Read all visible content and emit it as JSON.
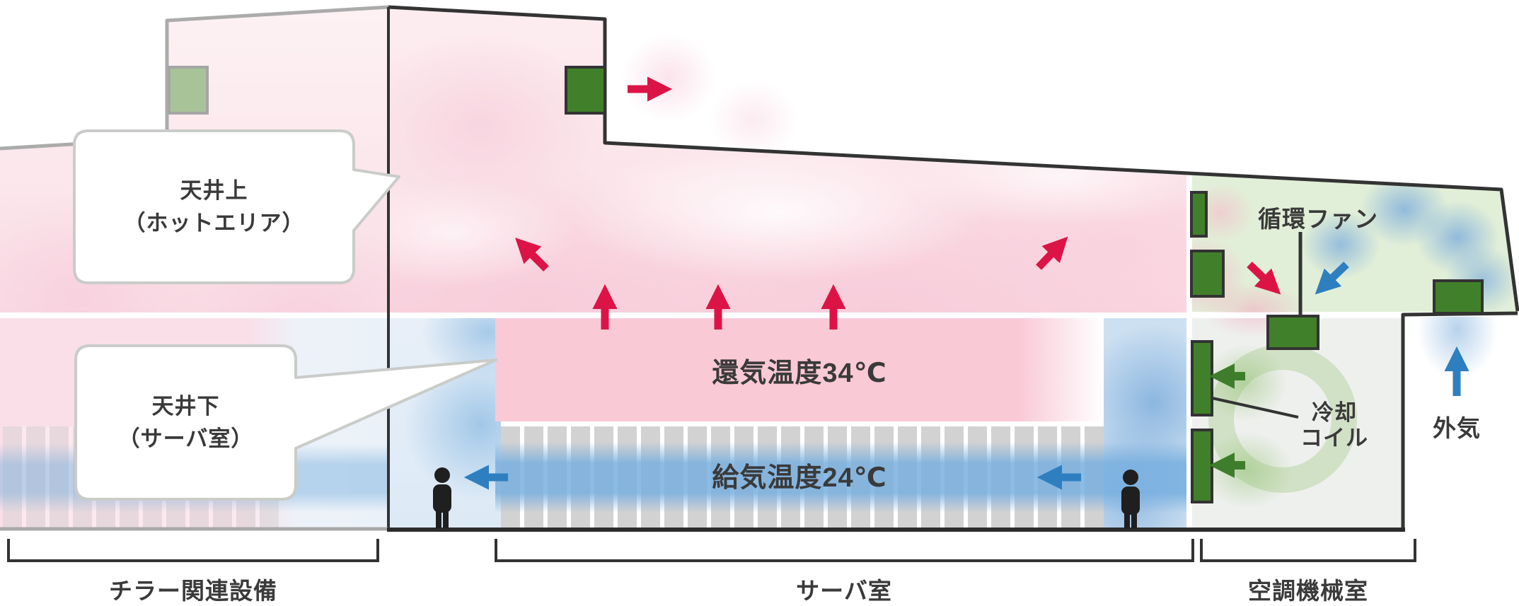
{
  "diagram": {
    "title_hint": "データセンター空調気流図",
    "callouts": {
      "above_ceiling": {
        "line1": "天井上",
        "line2": "（ホットエリア）"
      },
      "below_ceiling": {
        "line1": "天井下",
        "line2": "（サーバ室）"
      }
    },
    "labels": {
      "return_air_temp": "還気温度34℃",
      "supply_air_temp": "給気温度24℃",
      "circulation_fan": "循環ファン",
      "cooling_coil_line1": "冷却",
      "cooling_coil_line2": "コイル",
      "outside_air": "外気"
    },
    "zones": {
      "chiller": "チラー関連設備",
      "server_room": "サーバ室",
      "hvac_room": "空調機械室"
    },
    "values": {
      "return_air_c": 34,
      "supply_air_c": 24
    },
    "colors": {
      "hot_air": "#f9c9d6",
      "cold_air": "#78afdf",
      "red_arrow": "#dc1446",
      "blue_arrow": "#2e7fc0",
      "green_arrow": "#3e7d2b",
      "vent_green": "#41802a",
      "sage_vent": "#a9c399",
      "plenum_green": "#e2efd8",
      "outline_dark": "#333333",
      "outline_gray": "#ababab",
      "text": "#3a3a3a"
    }
  }
}
